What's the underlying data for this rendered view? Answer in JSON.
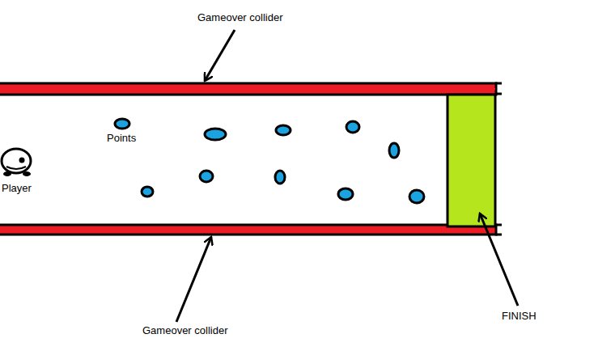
{
  "diagram": {
    "labels": [
      "Gameover collider",
      "Points",
      "Player",
      "Gameover collider",
      "FINISH"
    ]
  }
}
